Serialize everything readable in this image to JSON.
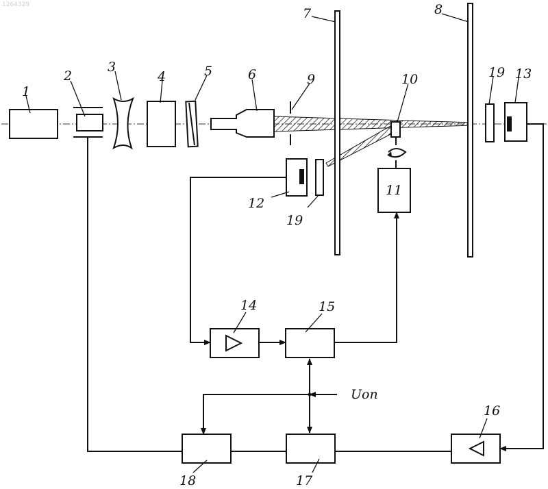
{
  "watermark": "1264329",
  "labels": {
    "n1": "1",
    "n2": "2",
    "n3": "3",
    "n4": "4",
    "n5": "5",
    "n6": "6",
    "n7": "7",
    "n8": "8",
    "n9": "9",
    "n10": "10",
    "n11": "11",
    "n12": "12",
    "n13": "13",
    "n14": "14",
    "n15": "15",
    "n16": "16",
    "n17": "17",
    "n18": "18",
    "n19a": "19",
    "n19b": "19"
  },
  "reference_voltage": "Uon"
}
